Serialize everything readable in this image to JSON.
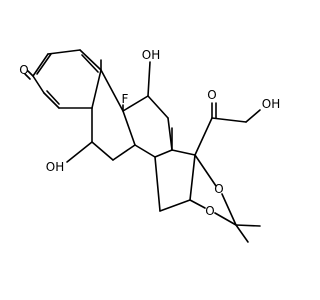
{
  "molecule": {
    "atoms": {
      "o_ketone": "O",
      "f_fluoro": "F",
      "oh_c11": "OH",
      "o_side_ketone": "O",
      "oh_side": "OH",
      "oh_c6": "OH",
      "o_acetonide_upper": "O",
      "o_acetonide_lower": "O"
    }
  }
}
